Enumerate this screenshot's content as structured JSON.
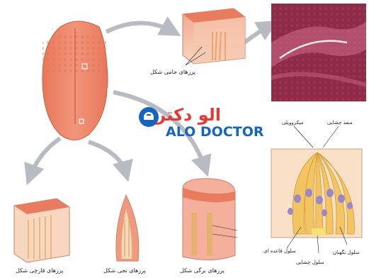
{
  "labels": {
    "circumvallate": "پرزهای جامی شکل",
    "fungiform": "پرزهای قارچی شکل",
    "filiform": "پرزهای نخی شکل",
    "foliate": "پرزهای برگی شکل"
  },
  "taste_bud_labels": {
    "microvilli": "میکروویلی",
    "epithelium": "منفذ چشایی",
    "taste_pore": "سلول قاعده ای",
    "gustatory_cell": "سلول چشایی",
    "supporting_cell": "سلول نگهبان"
  },
  "logo": {
    "text_fa": "الو دکتر",
    "text_en": "ALO DOCTOR"
  },
  "colors": {
    "tongue": "#ef8a6c",
    "tongue_dark": "#d8654a",
    "arrow": "#b8bcc2",
    "histology": "#8e2a4a",
    "taste_bud_bg": "#fbe0c8",
    "taste_cell": "#f3c462",
    "nucleus": "#9b86c9",
    "brand_red": "#e53935",
    "brand_blue": "#1565c0"
  }
}
